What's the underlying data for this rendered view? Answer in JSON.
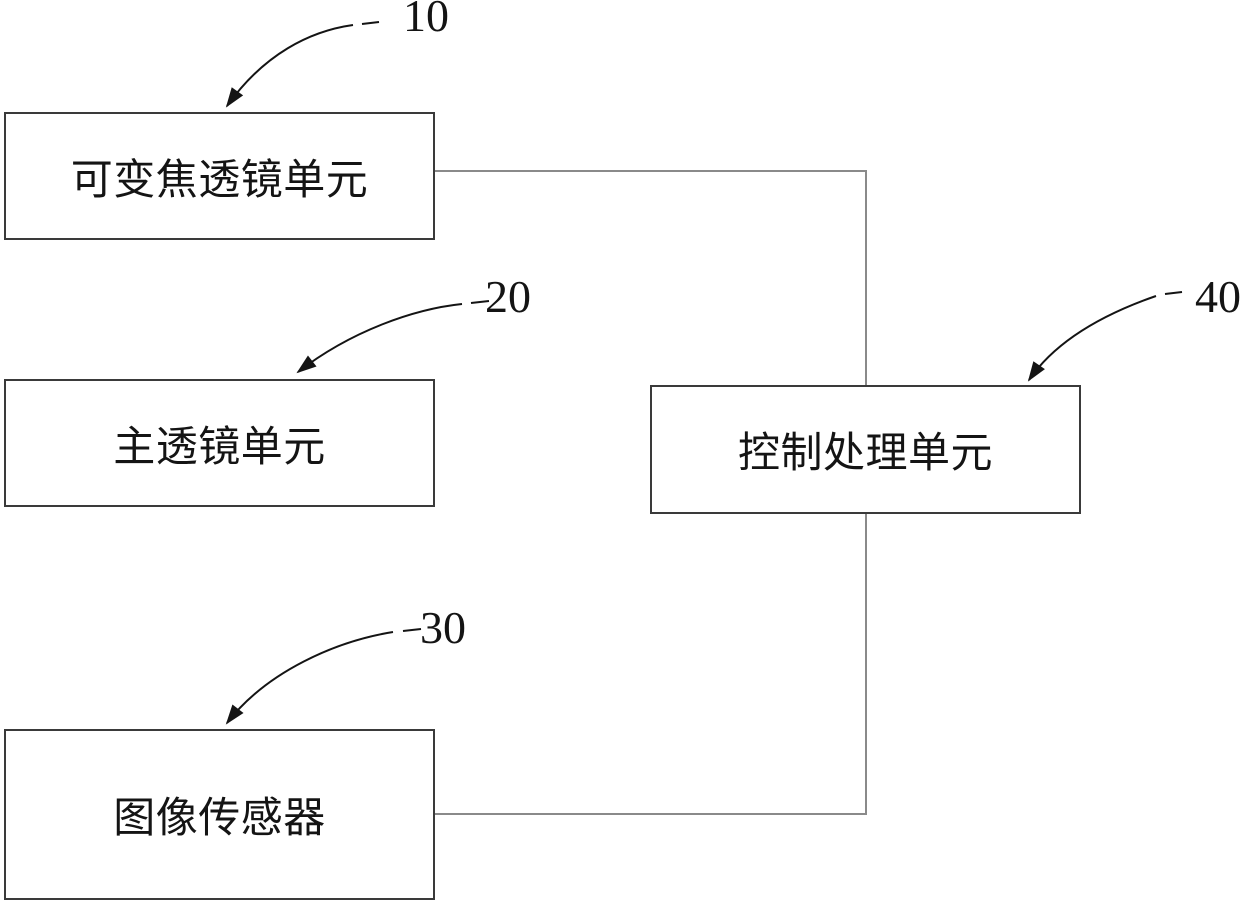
{
  "diagram": {
    "type": "patent-block-diagram",
    "colors": {
      "background": "#ffffff",
      "box_border": "#3a3a3a",
      "connector_line": "#8a8a8a",
      "ink": "#141414"
    },
    "nodes": [
      {
        "ref": "10",
        "label": "可变焦透镜单元"
      },
      {
        "ref": "20",
        "label": "主透镜单元"
      },
      {
        "ref": "30",
        "label": "图像传感器"
      },
      {
        "ref": "40",
        "label": "控制处理单元"
      }
    ],
    "connections": [
      {
        "from": "可变焦透镜单元",
        "to": "控制处理单元"
      },
      {
        "from": "图像传感器",
        "to": "控制处理单元"
      }
    ]
  }
}
